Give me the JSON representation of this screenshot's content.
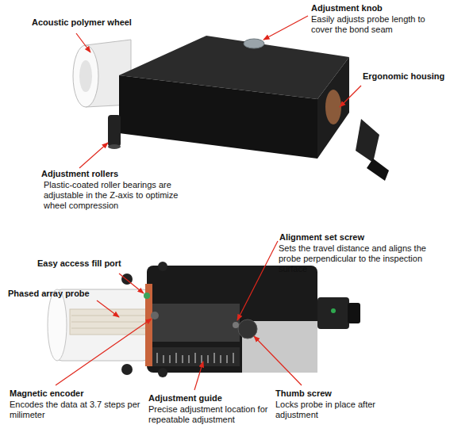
{
  "diagram": {
    "labels": [
      "Acoustic polymer wheel",
      "Adjustment knob",
      "Easily adjusts probe length to cover the bond seam",
      "Ergonomic housing",
      "Adjustment rollers",
      "Plastic-coated roller bearings are adjustable in the Z-axis to optimize wheel compression",
      "Alignment set screw",
      "Sets the travel distance and aligns the probe perpendicular to the inspection surface",
      "Easy access fill port",
      "Phased array probe",
      "Magnetic encoder",
      "Encodes the data at 3.7 steps per milimeter",
      "Adjustment guide",
      "Precise adjustment location for repeatable adjustment",
      "Thumb screw",
      "Locks probe in place after adjustment"
    ]
  }
}
